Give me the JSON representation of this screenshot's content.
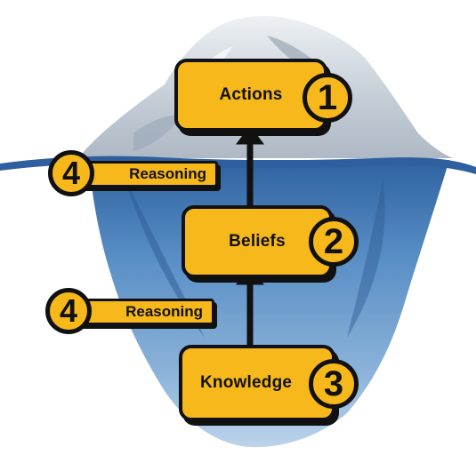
{
  "nodes": {
    "actions": {
      "label": "Actions",
      "number": "1"
    },
    "beliefs": {
      "label": "Beliefs",
      "number": "2"
    },
    "knowledge": {
      "label": "Knowledge",
      "number": "3"
    }
  },
  "reasoning_tags": [
    {
      "label": "Reasoning",
      "number": "4"
    },
    {
      "label": "Reasoning",
      "number": "4"
    }
  ],
  "colors": {
    "box_fill": "#f6b81a",
    "outline": "#111111",
    "water_line": "#2f5f9e",
    "ice_above": "#c9d2db",
    "ice_below": "#4f86c0"
  },
  "icons": [
    "iceberg-illustration",
    "double-arrow-icon"
  ]
}
